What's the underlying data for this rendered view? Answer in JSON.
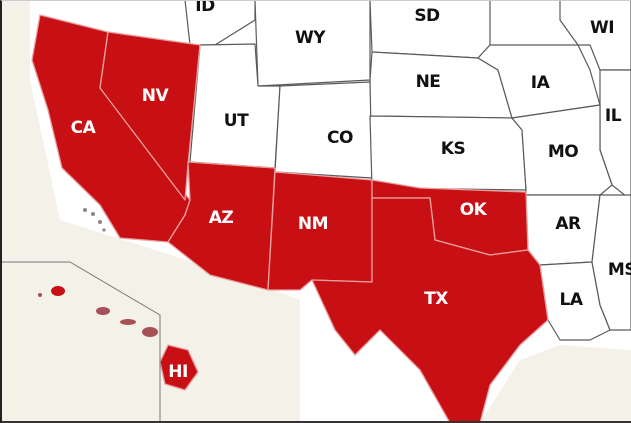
{
  "colors": {
    "highlight": "#c81014",
    "highlight_dark": "#b00d11",
    "plain": "#ffffff",
    "ocean": "#f4f1e8",
    "border": "#5a5a5a",
    "label_on_highlight": "#ffffff",
    "label_on_plain": "#111111"
  },
  "states": [
    {
      "abbr": "CA",
      "highlighted": true
    },
    {
      "abbr": "NV",
      "highlighted": true
    },
    {
      "abbr": "AZ",
      "highlighted": true
    },
    {
      "abbr": "NM",
      "highlighted": true
    },
    {
      "abbr": "TX",
      "highlighted": true
    },
    {
      "abbr": "OK",
      "highlighted": true
    },
    {
      "abbr": "HI",
      "highlighted": true
    },
    {
      "abbr": "UT",
      "highlighted": false
    },
    {
      "abbr": "CO",
      "highlighted": false
    },
    {
      "abbr": "WY",
      "highlighted": false
    },
    {
      "abbr": "SD",
      "highlighted": false
    },
    {
      "abbr": "NE",
      "highlighted": false
    },
    {
      "abbr": "KS",
      "highlighted": false
    },
    {
      "abbr": "IA",
      "highlighted": false
    },
    {
      "abbr": "MO",
      "highlighted": false
    },
    {
      "abbr": "AR",
      "highlighted": false
    },
    {
      "abbr": "LA",
      "highlighted": false
    },
    {
      "abbr": "WI",
      "highlighted": false
    },
    {
      "abbr": "IL",
      "highlighted": false
    },
    {
      "abbr": "MS",
      "highlighted": false
    },
    {
      "abbr": "ID",
      "highlighted": false
    }
  ]
}
